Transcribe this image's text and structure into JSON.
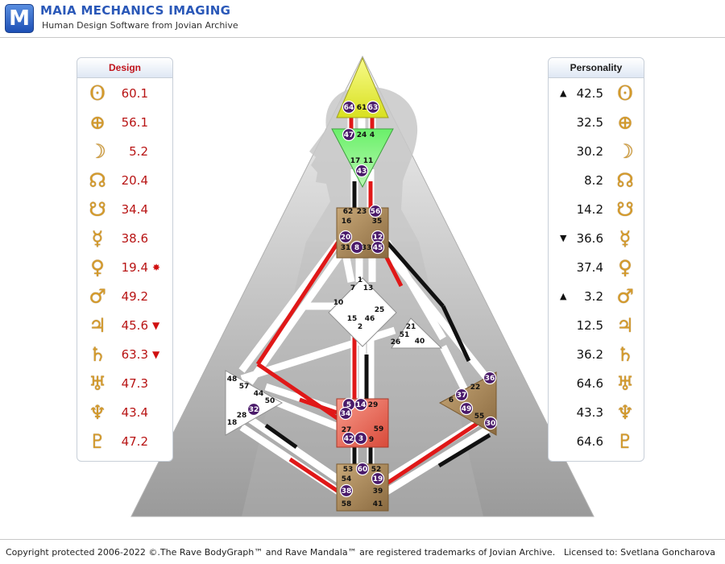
{
  "app": {
    "logo_letter": "M",
    "title": "MAIA MECHANICS IMAGING",
    "subtitle": "Human Design Software from Jovian Archive"
  },
  "design": {
    "header": "Design",
    "rows": [
      {
        "icon": "sun-icon",
        "glyph": "ʘ",
        "value": "60.1",
        "mark": ""
      },
      {
        "icon": "earth-icon",
        "glyph": "⊕",
        "value": "56.1",
        "mark": ""
      },
      {
        "icon": "moon-icon",
        "glyph": "☽",
        "value": "5.2",
        "mark": ""
      },
      {
        "icon": "north-node-icon",
        "glyph": "☊",
        "value": "20.4",
        "mark": ""
      },
      {
        "icon": "south-node-icon",
        "glyph": "☋",
        "value": "34.4",
        "mark": ""
      },
      {
        "icon": "mercury-icon",
        "glyph": "☿",
        "value": "38.6",
        "mark": ""
      },
      {
        "icon": "venus-icon",
        "glyph": "♀",
        "value": "19.4",
        "mark": "✸"
      },
      {
        "icon": "mars-icon",
        "glyph": "♂",
        "value": "49.2",
        "mark": ""
      },
      {
        "icon": "jupiter-icon",
        "glyph": "♃",
        "value": "45.6",
        "mark": "▼"
      },
      {
        "icon": "saturn-icon",
        "glyph": "♄",
        "value": "63.3",
        "mark": "▼"
      },
      {
        "icon": "uranus-icon",
        "glyph": "♅",
        "value": "47.3",
        "mark": ""
      },
      {
        "icon": "neptune-icon",
        "glyph": "♆",
        "value": "43.4",
        "mark": ""
      },
      {
        "icon": "pluto-icon",
        "glyph": "♇",
        "value": "47.2",
        "mark": ""
      }
    ]
  },
  "personality": {
    "header": "Personality",
    "rows": [
      {
        "icon": "sun-icon",
        "glyph": "ʘ",
        "value": "42.5",
        "mark": "▲"
      },
      {
        "icon": "earth-icon",
        "glyph": "⊕",
        "value": "32.5",
        "mark": ""
      },
      {
        "icon": "moon-icon",
        "glyph": "☽",
        "value": "30.2",
        "mark": ""
      },
      {
        "icon": "north-node-icon",
        "glyph": "☊",
        "value": "8.2",
        "mark": ""
      },
      {
        "icon": "south-node-icon",
        "glyph": "☋",
        "value": "14.2",
        "mark": ""
      },
      {
        "icon": "mercury-icon",
        "glyph": "☿",
        "value": "36.6",
        "mark": "▼"
      },
      {
        "icon": "venus-icon",
        "glyph": "♀",
        "value": "37.4",
        "mark": ""
      },
      {
        "icon": "mars-icon",
        "glyph": "♂",
        "value": "3.2",
        "mark": "▲"
      },
      {
        "icon": "jupiter-icon",
        "glyph": "♃",
        "value": "12.5",
        "mark": ""
      },
      {
        "icon": "saturn-icon",
        "glyph": "♄",
        "value": "36.2",
        "mark": ""
      },
      {
        "icon": "uranus-icon",
        "glyph": "♅",
        "value": "64.6",
        "mark": ""
      },
      {
        "icon": "neptune-icon",
        "glyph": "♆",
        "value": "43.3",
        "mark": ""
      },
      {
        "icon": "pluto-icon",
        "glyph": "♇",
        "value": "64.6",
        "mark": ""
      }
    ]
  },
  "bodygraph": {
    "head_gates": [
      "64",
      "61",
      "63"
    ],
    "ajna_gates": [
      "47",
      "24",
      "4",
      "17",
      "11",
      "43"
    ],
    "throat_gates": [
      "62",
      "23",
      "56",
      "16",
      "35",
      "20",
      "12",
      "31",
      "8",
      "33",
      "45"
    ],
    "g_gates": [
      "1",
      "7",
      "13",
      "10",
      "25",
      "15",
      "46",
      "2"
    ],
    "heart_gates": [
      "21",
      "51",
      "26",
      "40"
    ],
    "spleen_gates": [
      "48",
      "57",
      "44",
      "50",
      "28",
      "32",
      "18"
    ],
    "sacral_gates": [
      "5",
      "14",
      "29",
      "34",
      "27",
      "59",
      "42",
      "3",
      "9"
    ],
    "solar_plexus_gates": [
      "36",
      "22",
      "37",
      "6",
      "49",
      "55",
      "30"
    ],
    "root_gates": [
      "53",
      "60",
      "52",
      "54",
      "19",
      "38",
      "39",
      "58",
      "41"
    ],
    "colors": {
      "head": "#e6f23a",
      "ajna": "#5ee85e",
      "defined_center": "#a8875a",
      "sacral": "#f07a6a",
      "personality_line": "#111111",
      "design_line": "#e01818"
    }
  },
  "footer": {
    "copyright": "Copyright protected 2006-2022 ©.The Rave BodyGraph™ and Rave Mandala™ are registered trademarks of Jovian Archive.",
    "license": "Licensed to: Svetlana Goncharova"
  }
}
